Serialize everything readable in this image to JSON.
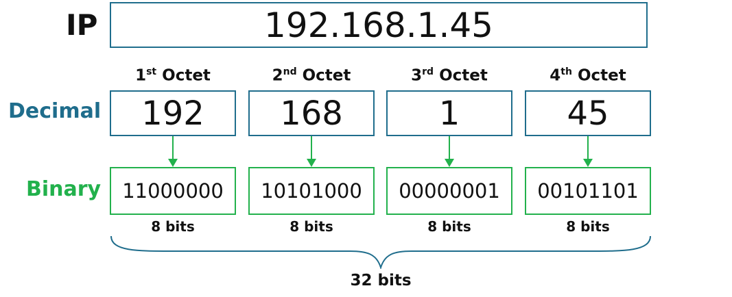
{
  "ip": {
    "label": "IP",
    "value": "192.168.1.45"
  },
  "row_labels": {
    "decimal": "Decimal",
    "binary": "Binary"
  },
  "octets": [
    {
      "ordinal_num": "1",
      "ordinal_suffix": "st",
      "word": "Octet",
      "decimal": "192",
      "binary": "11000000",
      "bits": "8 bits"
    },
    {
      "ordinal_num": "2",
      "ordinal_suffix": "nd",
      "word": "Octet",
      "decimal": "168",
      "binary": "10101000",
      "bits": "8 bits"
    },
    {
      "ordinal_num": "3",
      "ordinal_suffix": "rd",
      "word": "Octet",
      "decimal": "1",
      "binary": "00000001",
      "bits": "8 bits"
    },
    {
      "ordinal_num": "4",
      "ordinal_suffix": "th",
      "word": "Octet",
      "decimal": "45",
      "binary": "00101101",
      "bits": "8 bits"
    }
  ],
  "total": {
    "bits": "32 bits"
  },
  "colors": {
    "decimal_accent": "#1f6d8c",
    "binary_accent": "#22b14c",
    "text": "#111111"
  }
}
